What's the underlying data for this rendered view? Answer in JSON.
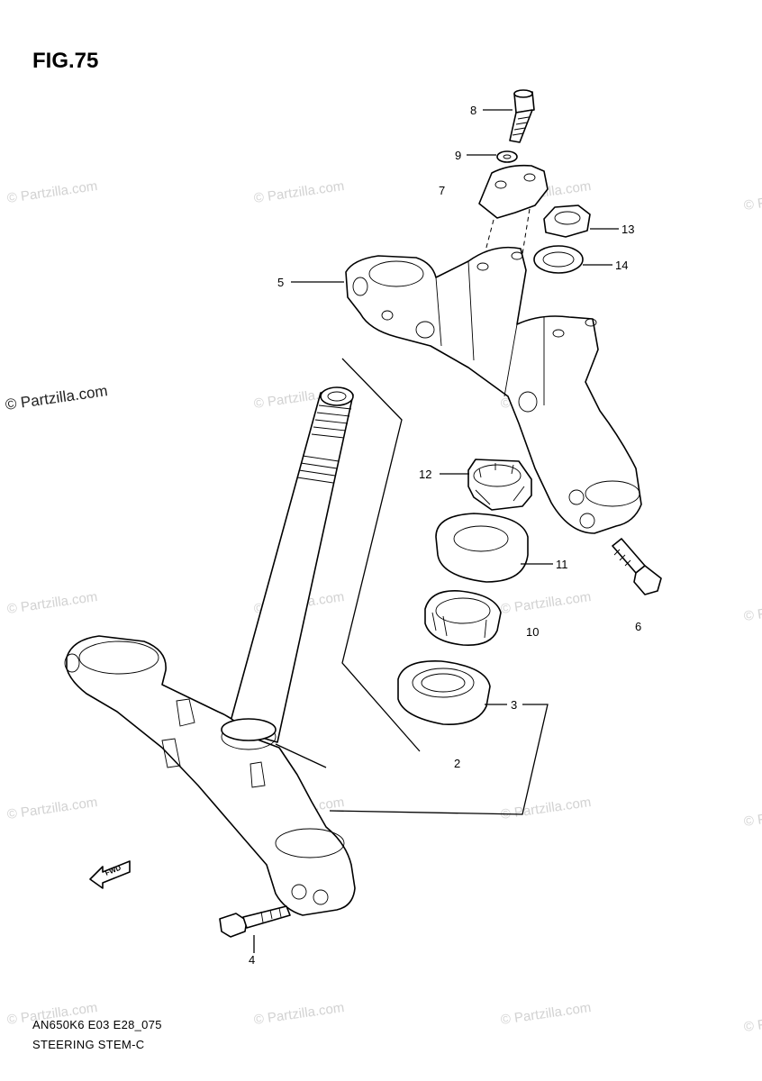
{
  "figure": {
    "title": "FIG.75",
    "model_code": "AN650K6 E03 E28_075",
    "section_name": "STEERING STEM-C"
  },
  "watermark": {
    "text": "© Partzilla.com"
  },
  "direction_marker": {
    "text": "FWD"
  },
  "parts": [
    {
      "number": "8",
      "part": "bolt-top"
    },
    {
      "number": "9",
      "part": "washer-small"
    },
    {
      "number": "7",
      "part": "handlebar-holder"
    },
    {
      "number": "13",
      "part": "nut"
    },
    {
      "number": "14",
      "part": "washer"
    },
    {
      "number": "5",
      "part": "upper-bracket"
    },
    {
      "number": "12",
      "part": "castle-nut"
    },
    {
      "number": "11",
      "part": "dust-seal"
    },
    {
      "number": "10",
      "part": "bearing-upper"
    },
    {
      "number": "6",
      "part": "clamp-bolt"
    },
    {
      "number": "3",
      "part": "bearing-lower"
    },
    {
      "number": "2",
      "part": "steering-stem-assembly"
    },
    {
      "number": "4",
      "part": "clamp-bolt-lower"
    }
  ]
}
